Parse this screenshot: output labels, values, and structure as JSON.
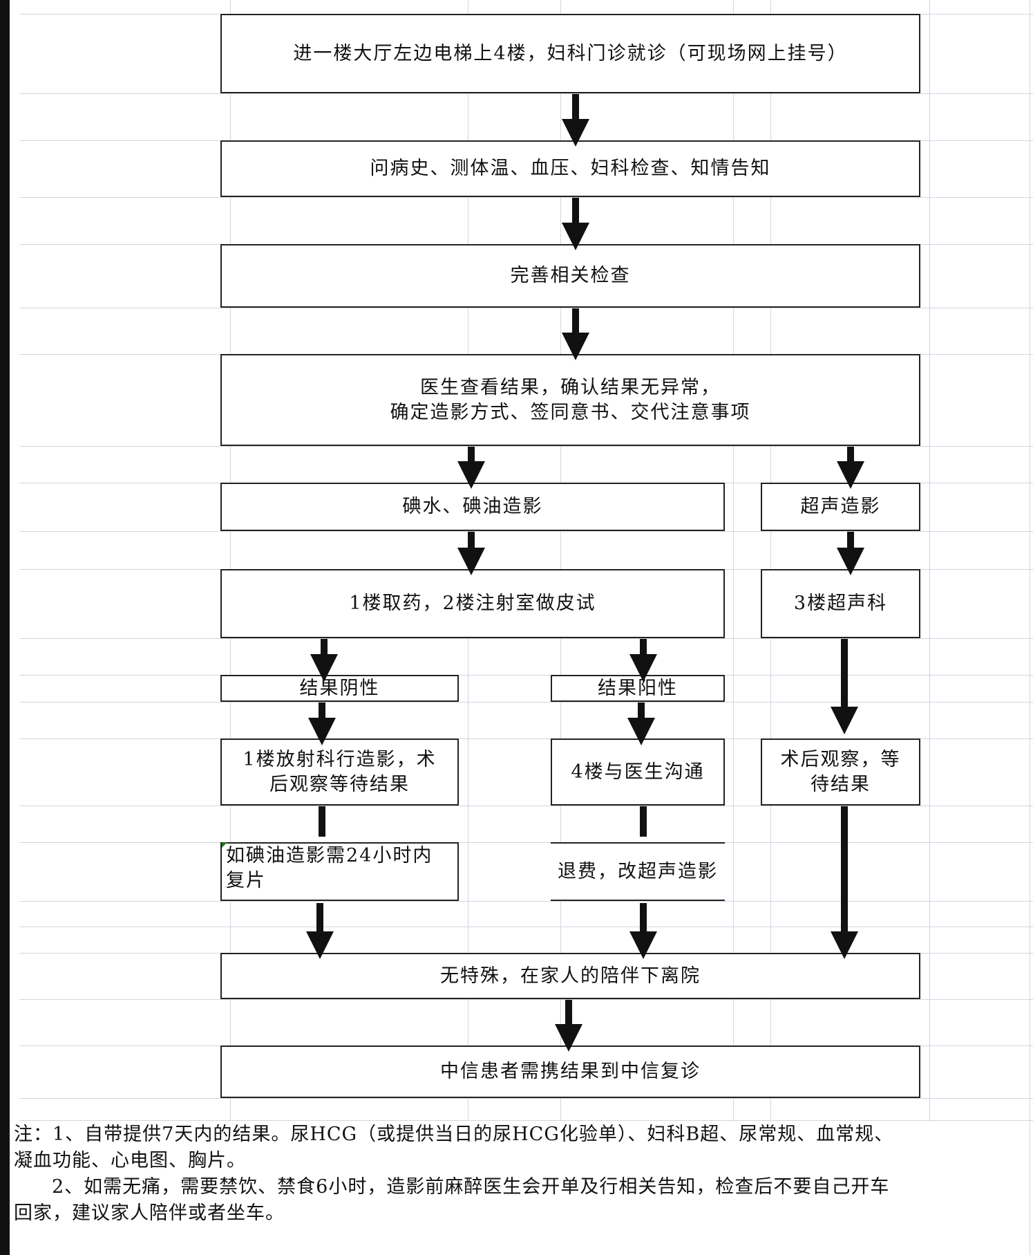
{
  "flow": {
    "step1": "进一楼大厅左边电梯上4楼，妇科门诊就诊（可现场网上挂号）",
    "step2": "问病史、测体温、血压、妇科检查、知情告知",
    "step3": "完善相关检查",
    "step4_line1": "医生查看结果，确认结果无异常，",
    "step4_line2": "确定造影方式、签同意书、交代注意事项",
    "branch_left": "碘水、碘油造影",
    "branch_right": "超声造影",
    "left_step": "1楼取药，2楼注射室做皮试",
    "right_step": "3楼超声科",
    "result_negative": "结果阴性",
    "result_positive": "结果阳性",
    "neg_step_line1": "1楼放射科行造影，术",
    "neg_step_line2": "后观察等待结果",
    "pos_step": "4楼与医生沟通",
    "right_observe_line1": "术后观察，等",
    "right_observe_line2": "待结果",
    "neg_note_line1": "如碘油造影需24小时内",
    "neg_note_line2": "复片",
    "pos_note": "退费，改超声造影",
    "discharge": "无特殊，在家人的陪伴下离院",
    "followup": "中信患者需携结果到中信复诊"
  },
  "notes": {
    "line1": "注：1、自带提供7天内的结果。尿HCG（或提供当日的尿HCG化验单）、妇科B超、尿常规、血常规、",
    "line2": "凝血功能、心电图、胸片。",
    "line3": "2、如需无痛，需要禁饮、禁食6小时，造影前麻醉医生会开单及行相关告知，检查后不要自己开车",
    "line4": "回家，建议家人陪伴或者坐车。"
  },
  "colors": {
    "border": "#222222",
    "grid": "#cfd6e0",
    "arrow": "#111111"
  }
}
